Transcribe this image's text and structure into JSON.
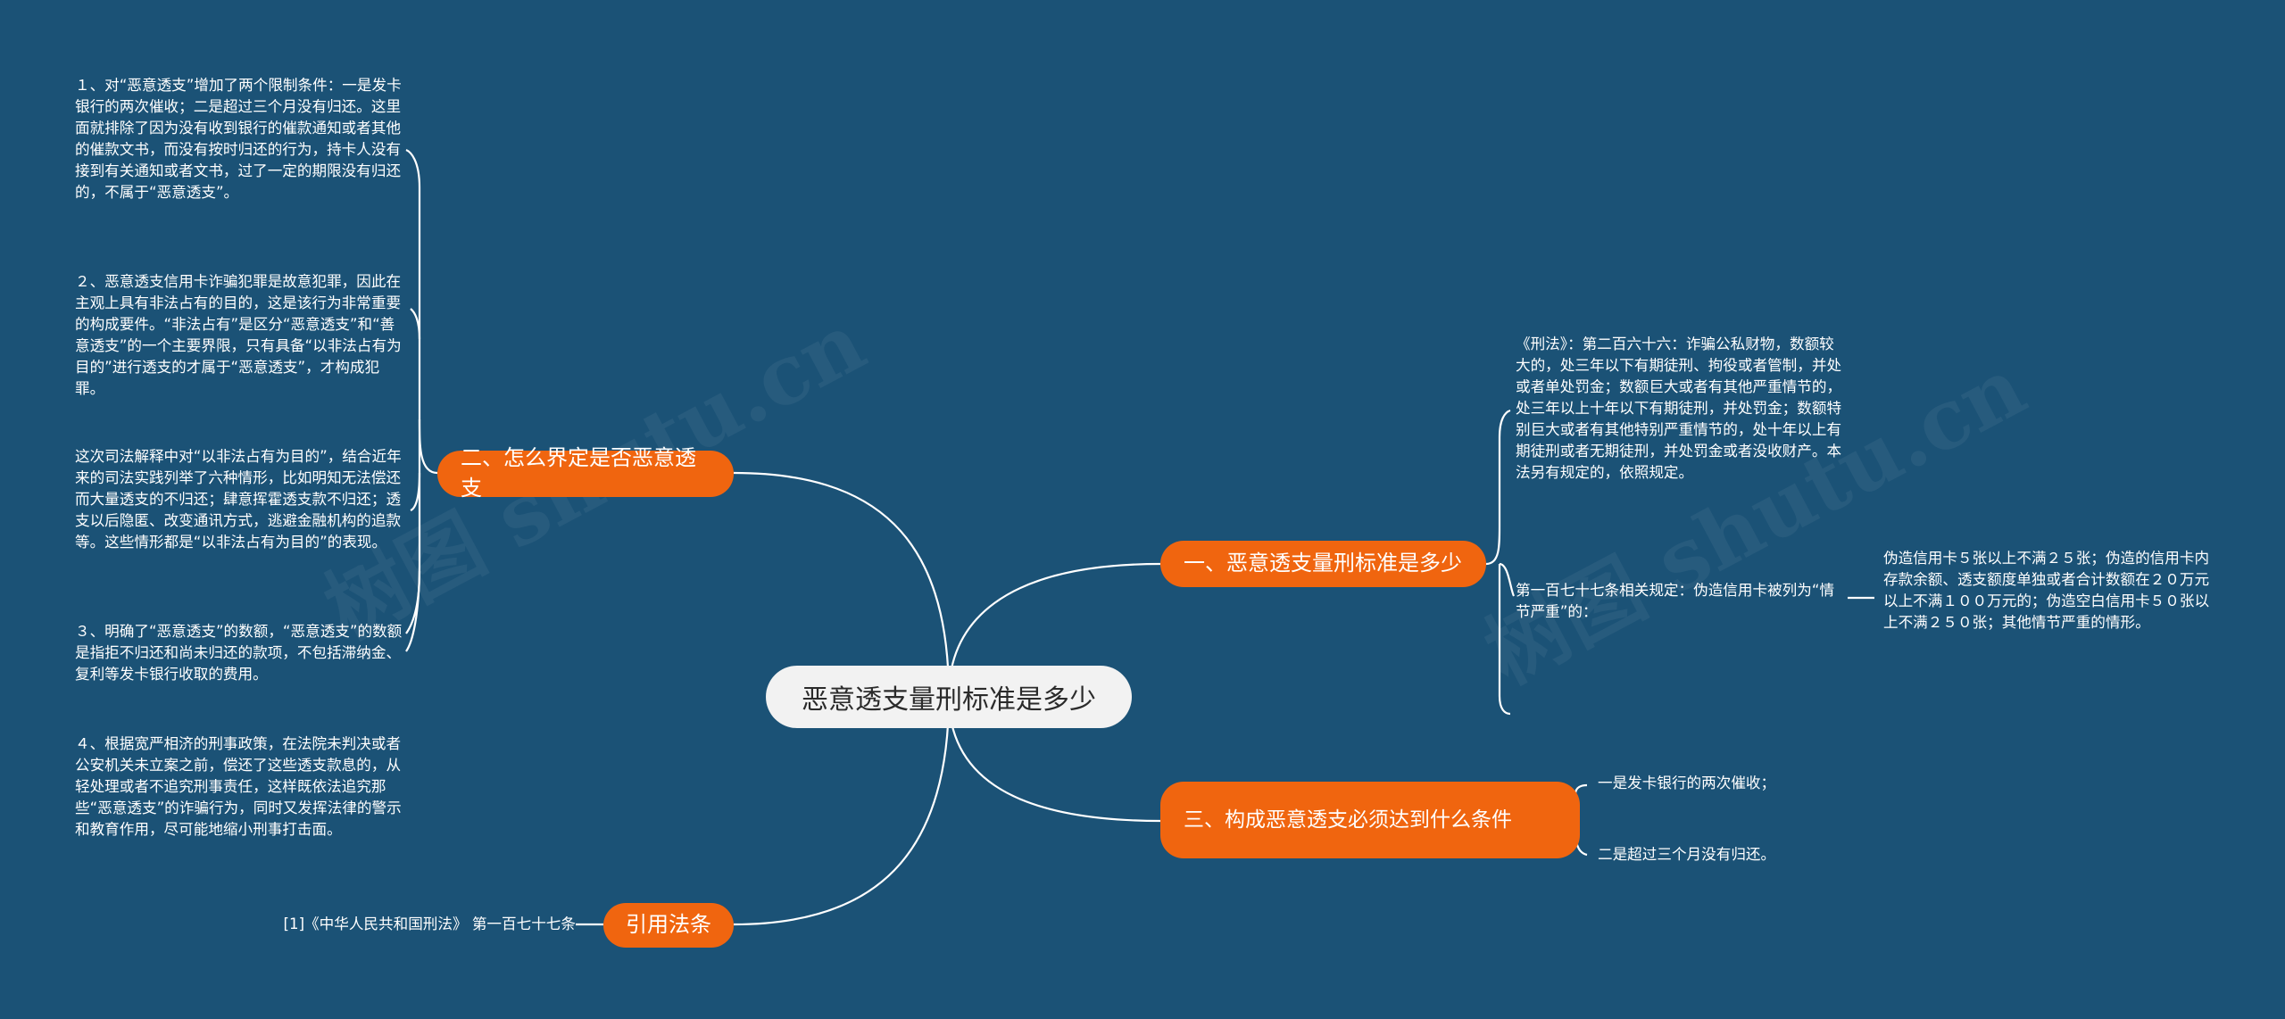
{
  "root": {
    "label": "恶意透支量刑标准是多少"
  },
  "branches": {
    "define": {
      "label": "二、怎么界定是否恶意透支",
      "leaves": [
        "１、对“恶意透支”增加了两个限制条件：一是发卡银行的两次催收；二是超过三个月没有归还。这里面就排除了因为没有收到银行的催款通知或者其他的催款文书，而没有按时归还的行为，持卡人没有接到有关通知或者文书，过了一定的期限没有归还的，不属于“恶意透支”。",
        "２、恶意透支信用卡诈骗犯罪是故意犯罪，因此在主观上具有非法占有的目的，这是该行为非常重要的构成要件。“非法占有”是区分“恶意透支”和“善意透支”的一个主要界限，只有具备“以非法占有为目的”进行透支的才属于“恶意透支”，才构成犯罪。",
        "这次司法解释中对“以非法占有为目的”，结合近年来的司法实践列举了六种情形，比如明知无法偿还而大量透支的不归还；肆意挥霍透支款不归还；透支以后隐匿、改变通讯方式，逃避金融机构的追款等。这些情形都是“以非法占有为目的”的表现。",
        "３、明确了“恶意透支”的数额，“恶意透支”的数额是指拒不归还和尚未归还的款项，不包括滞纳金、复利等发卡银行收取的费用。",
        "４、根据宽严相济的刑事政策，在法院未判决或者公安机关未立案之前，偿还了这些透支款息的，从轻处理或者不追究刑事责任，这样既依法追究那些“恶意透支”的诈骗行为，同时又发挥法律的警示和教育作用，尽可能地缩小刑事打击面。"
      ]
    },
    "law": {
      "label": "引用法条",
      "leaves": [
        "[1]《中华人民共和国刑法》 第一百七十七条"
      ]
    },
    "standard": {
      "label": "一、恶意透支量刑标准是多少",
      "leaves": [
        "《刑法》：第二百六十六：诈骗公私财物，数额较大的，处三年以下有期徒刑、拘役或者管制，并处或者单处罚金；数额巨大或者有其他严重情节的，处三年以上十年以下有期徒刑，并处罚金；数额特别巨大或者有其他特别严重情节的，处十年以上有期徒刑或者无期徒刑，并处罚金或者没收财产。本法另有规定的，依照规定。",
        "第一百七十七条相关规定：伪造信用卡被列为“情节严重”的："
      ],
      "subleaf": "伪造信用卡５张以上不满２５张；伪造的信用卡内存款余额、透支额度单独或者合计数额在２０万元以上不满１００万元的；伪造空白信用卡５０张以上不满２５０张；其他情节严重的情形。"
    },
    "conditions": {
      "label": "三、构成恶意透支必须达到什么条件",
      "leaves": [
        "一是发卡银行的两次催收；",
        "二是超过三个月没有归还。"
      ]
    }
  },
  "watermarks": [
    "树图 shutu.cn",
    "树图 shutu.cn"
  ],
  "colors": {
    "background": "#1b5276",
    "branch": "#f0650f",
    "root": "#f2f2f2",
    "line": "#ffffff"
  }
}
